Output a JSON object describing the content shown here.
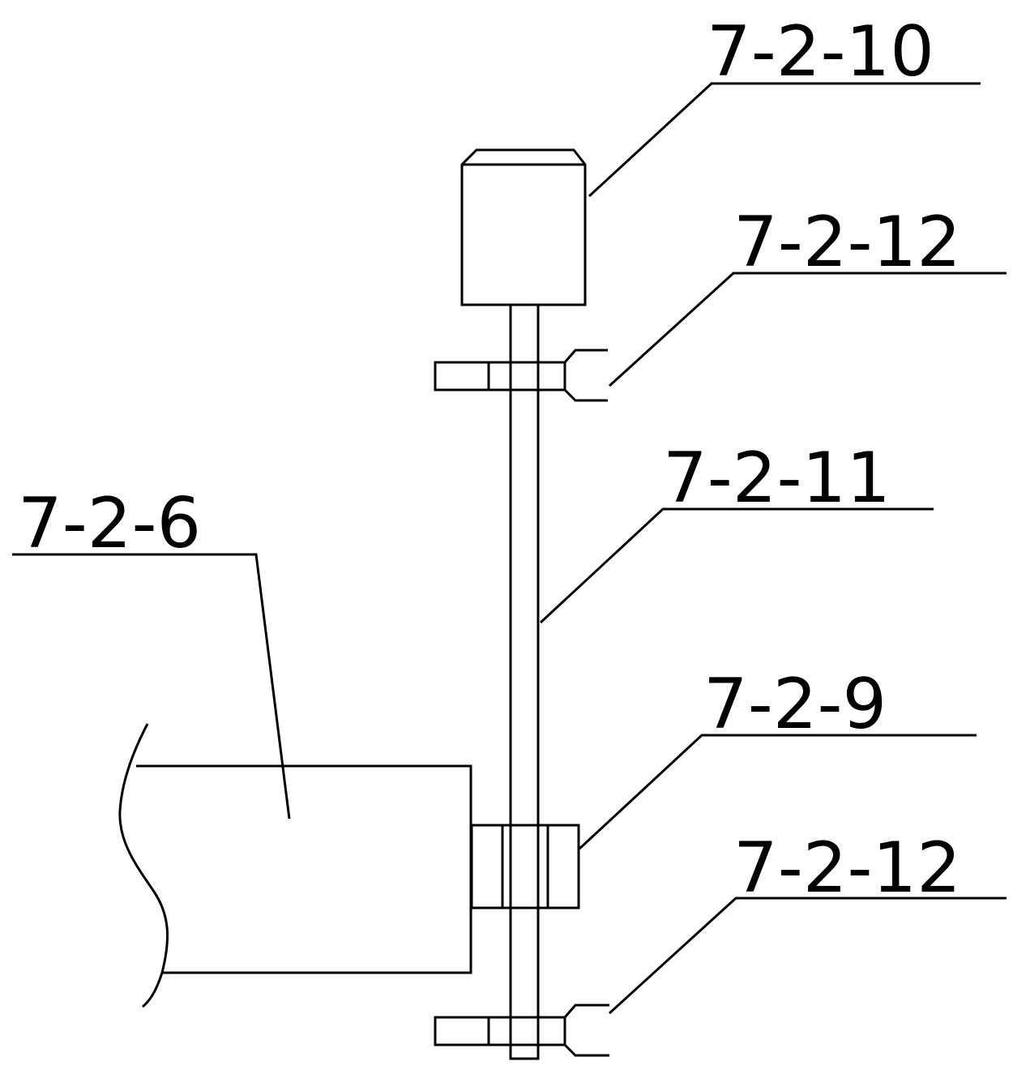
{
  "labels": {
    "label_7_2_10": "7-2-10",
    "label_7_2_12_top": "7-2-12",
    "label_7_2_11": "7-2-11",
    "label_7_2_6": "7-2-6",
    "label_7_2_9": "7-2-9",
    "label_7_2_12_bottom": "7-2-12"
  },
  "colors": {
    "line": "#000000",
    "background": "#ffffff"
  }
}
